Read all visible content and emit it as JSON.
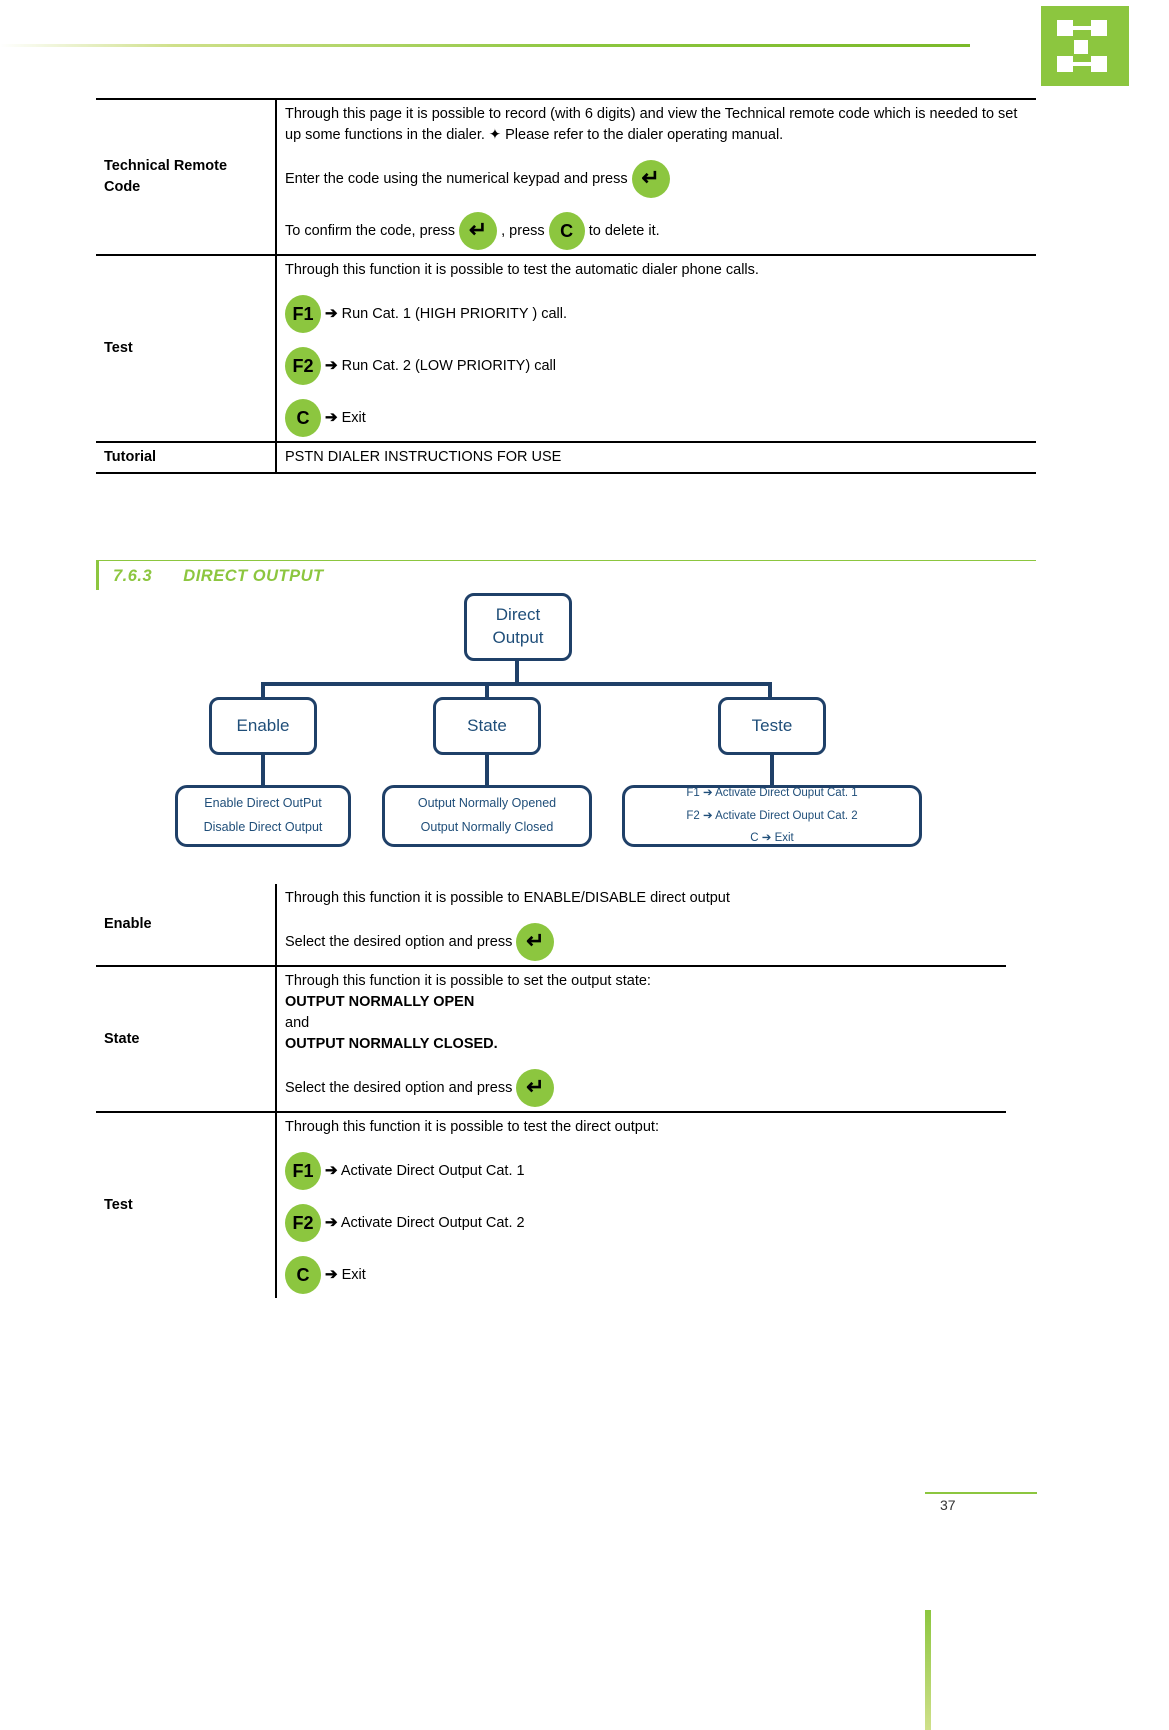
{
  "header": {
    "logo_name": "brand-logo"
  },
  "table1": {
    "rows": [
      {
        "label": "Technical Remote Code",
        "para1": "Through this page it is possible to record (with 6 digits) and view the Technical remote code which is needed to set up some functions in the dialer. ✦ Please refer to the dialer operating manual.",
        "line_enter_pre": "Enter the code using the numerical keypad and press",
        "line_confirm_pre": "To confirm the code, press",
        "line_confirm_mid": ",  press",
        "line_confirm_post": "to delete it."
      },
      {
        "label": "Test",
        "intro": "Through this function it is possible to test the automatic dialer phone calls.",
        "items": [
          {
            "key": "F1",
            "arrow": "➔",
            "text": "Run Cat. 1 (HIGH PRIORITY ) call."
          },
          {
            "key": "F2",
            "arrow": "➔",
            "text": "Run Cat. 2  (LOW PRIORITY) call"
          },
          {
            "key": "C",
            "arrow": "➔",
            "text": "Exit"
          }
        ]
      },
      {
        "label": "Tutorial",
        "value": "PSTN DIALER INSTRUCTIONS FOR USE"
      }
    ]
  },
  "section": {
    "number": "7.6.3",
    "title": "DIRECT OUTPUT"
  },
  "chart_data": {
    "type": "diagram",
    "title": "Direct Output menu tree",
    "root": {
      "label": "Direct\nOutput",
      "line1": "Direct",
      "line2": "Output"
    },
    "branches": [
      {
        "label": "Enable",
        "detail_lines": [
          "Enable Direct OutPut",
          "Disable Direct Output"
        ]
      },
      {
        "label": "State",
        "detail_lines": [
          "Output Normally Opened",
          "Output Normally Closed"
        ]
      },
      {
        "label": "Teste",
        "detail_lines": [
          "F1 ➔ Activate Direct Ouput Cat. 1",
          "F2 ➔ Activate Direct Ouput Cat. 2",
          "C ➔ Exit"
        ]
      }
    ],
    "colors": {
      "node_border": "#1F4068",
      "node_text": "#1F4E79"
    }
  },
  "table2": {
    "rows": [
      {
        "label": "Enable",
        "line1": "Through this function it is possible to ENABLE/DISABLE direct output",
        "line2_pre": "Select the desired option and press"
      },
      {
        "label": "State",
        "line1": "Through this function it is possible to set the output state:",
        "line2": " OUTPUT NORMALLY OPEN",
        "line3": "and",
        "line4": "OUTPUT NORMALLY CLOSED.",
        "line5_pre": "Select the desired option and press"
      },
      {
        "label": "Test",
        "intro": "Through this function it is possible to test the direct output:",
        "items": [
          {
            "key": "F1",
            "arrow": "➔",
            "text": "Activate Direct Output Cat. 1"
          },
          {
            "key": "F2",
            "arrow": "➔",
            "text": "Activate Direct Output Cat. 2"
          },
          {
            "key": "C",
            "arrow": "➔",
            "text": "Exit"
          }
        ]
      }
    ]
  },
  "keys": {
    "enter_glyph": "↵",
    "f1": "F1",
    "f2": "F2",
    "c": "C"
  },
  "footer": {
    "page_number": "37"
  },
  "colors": {
    "brand_green": "#8cc63f",
    "heading_green": "#8cc63f",
    "navy": "#1F4068"
  }
}
